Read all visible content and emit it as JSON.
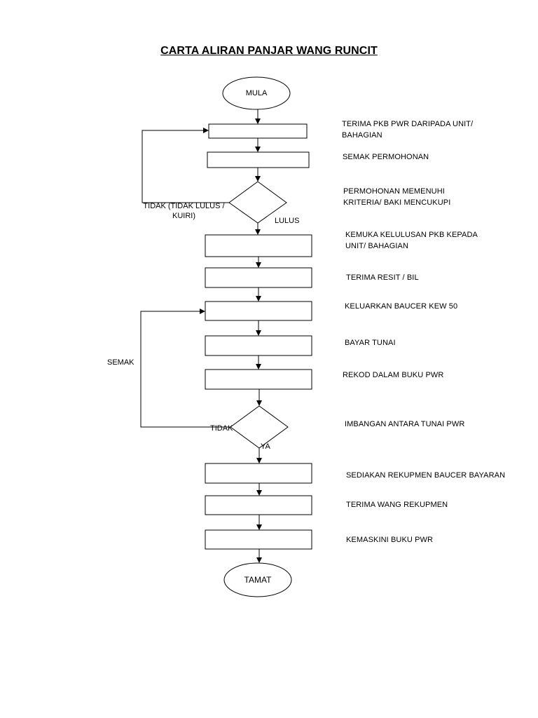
{
  "title": "CARTA ALIRAN PANJAR WANG RUNCIT",
  "terminals": {
    "start": "MULA",
    "end": "TAMAT"
  },
  "steps": [
    "TERIMA PKB PWR DARIPADA UNIT/\nBAHAGIAN",
    "SEMAK PERMOHONAN",
    "PERMOHONAN MEMENUHI\nKRITERIA/ BAKI MENCUKUPI",
    "KEMUKA KELULUSAN PKB KEPADA\nUNIT/ BAHAGIAN",
    "TERIMA RESIT / BIL",
    "KELUARKAN BAUCER KEW 50",
    "BAYAR TUNAI",
    "REKOD DALAM BUKU PWR",
    "IMBANGAN ANTARA TUNAI PWR",
    "SEDIAKAN REKUPMEN BAUCER BAYARAN",
    "TERIMA WANG REKUPMEN",
    "KEMASKINI BUKU PWR"
  ],
  "branch_labels": {
    "decision1_no": "TIDAK (TIDAK LULUS /\nKUIRI)",
    "decision1_yes": "LULUS",
    "loop_label": "SEMAK",
    "decision2_no": "TIDAK",
    "decision2_yes": "YA"
  }
}
